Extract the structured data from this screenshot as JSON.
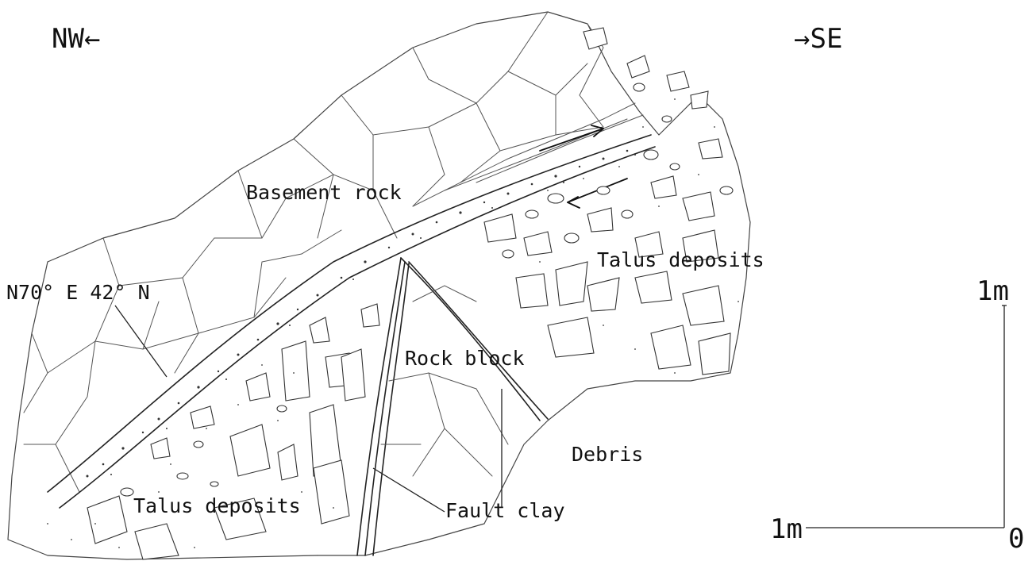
{
  "direction": {
    "left": "NW←",
    "right": "→SE"
  },
  "labels": {
    "basement_rock": "Basement rock",
    "talus_upper": "Talus deposits",
    "talus_lower": "Talus deposits",
    "rock_block": "Rock block",
    "debris": "Debris",
    "fault_clay": "Fault clay",
    "orientation": "N70° E 42° N"
  },
  "scale": {
    "vertical": "1m",
    "horizontal": "1m",
    "origin": "0"
  }
}
